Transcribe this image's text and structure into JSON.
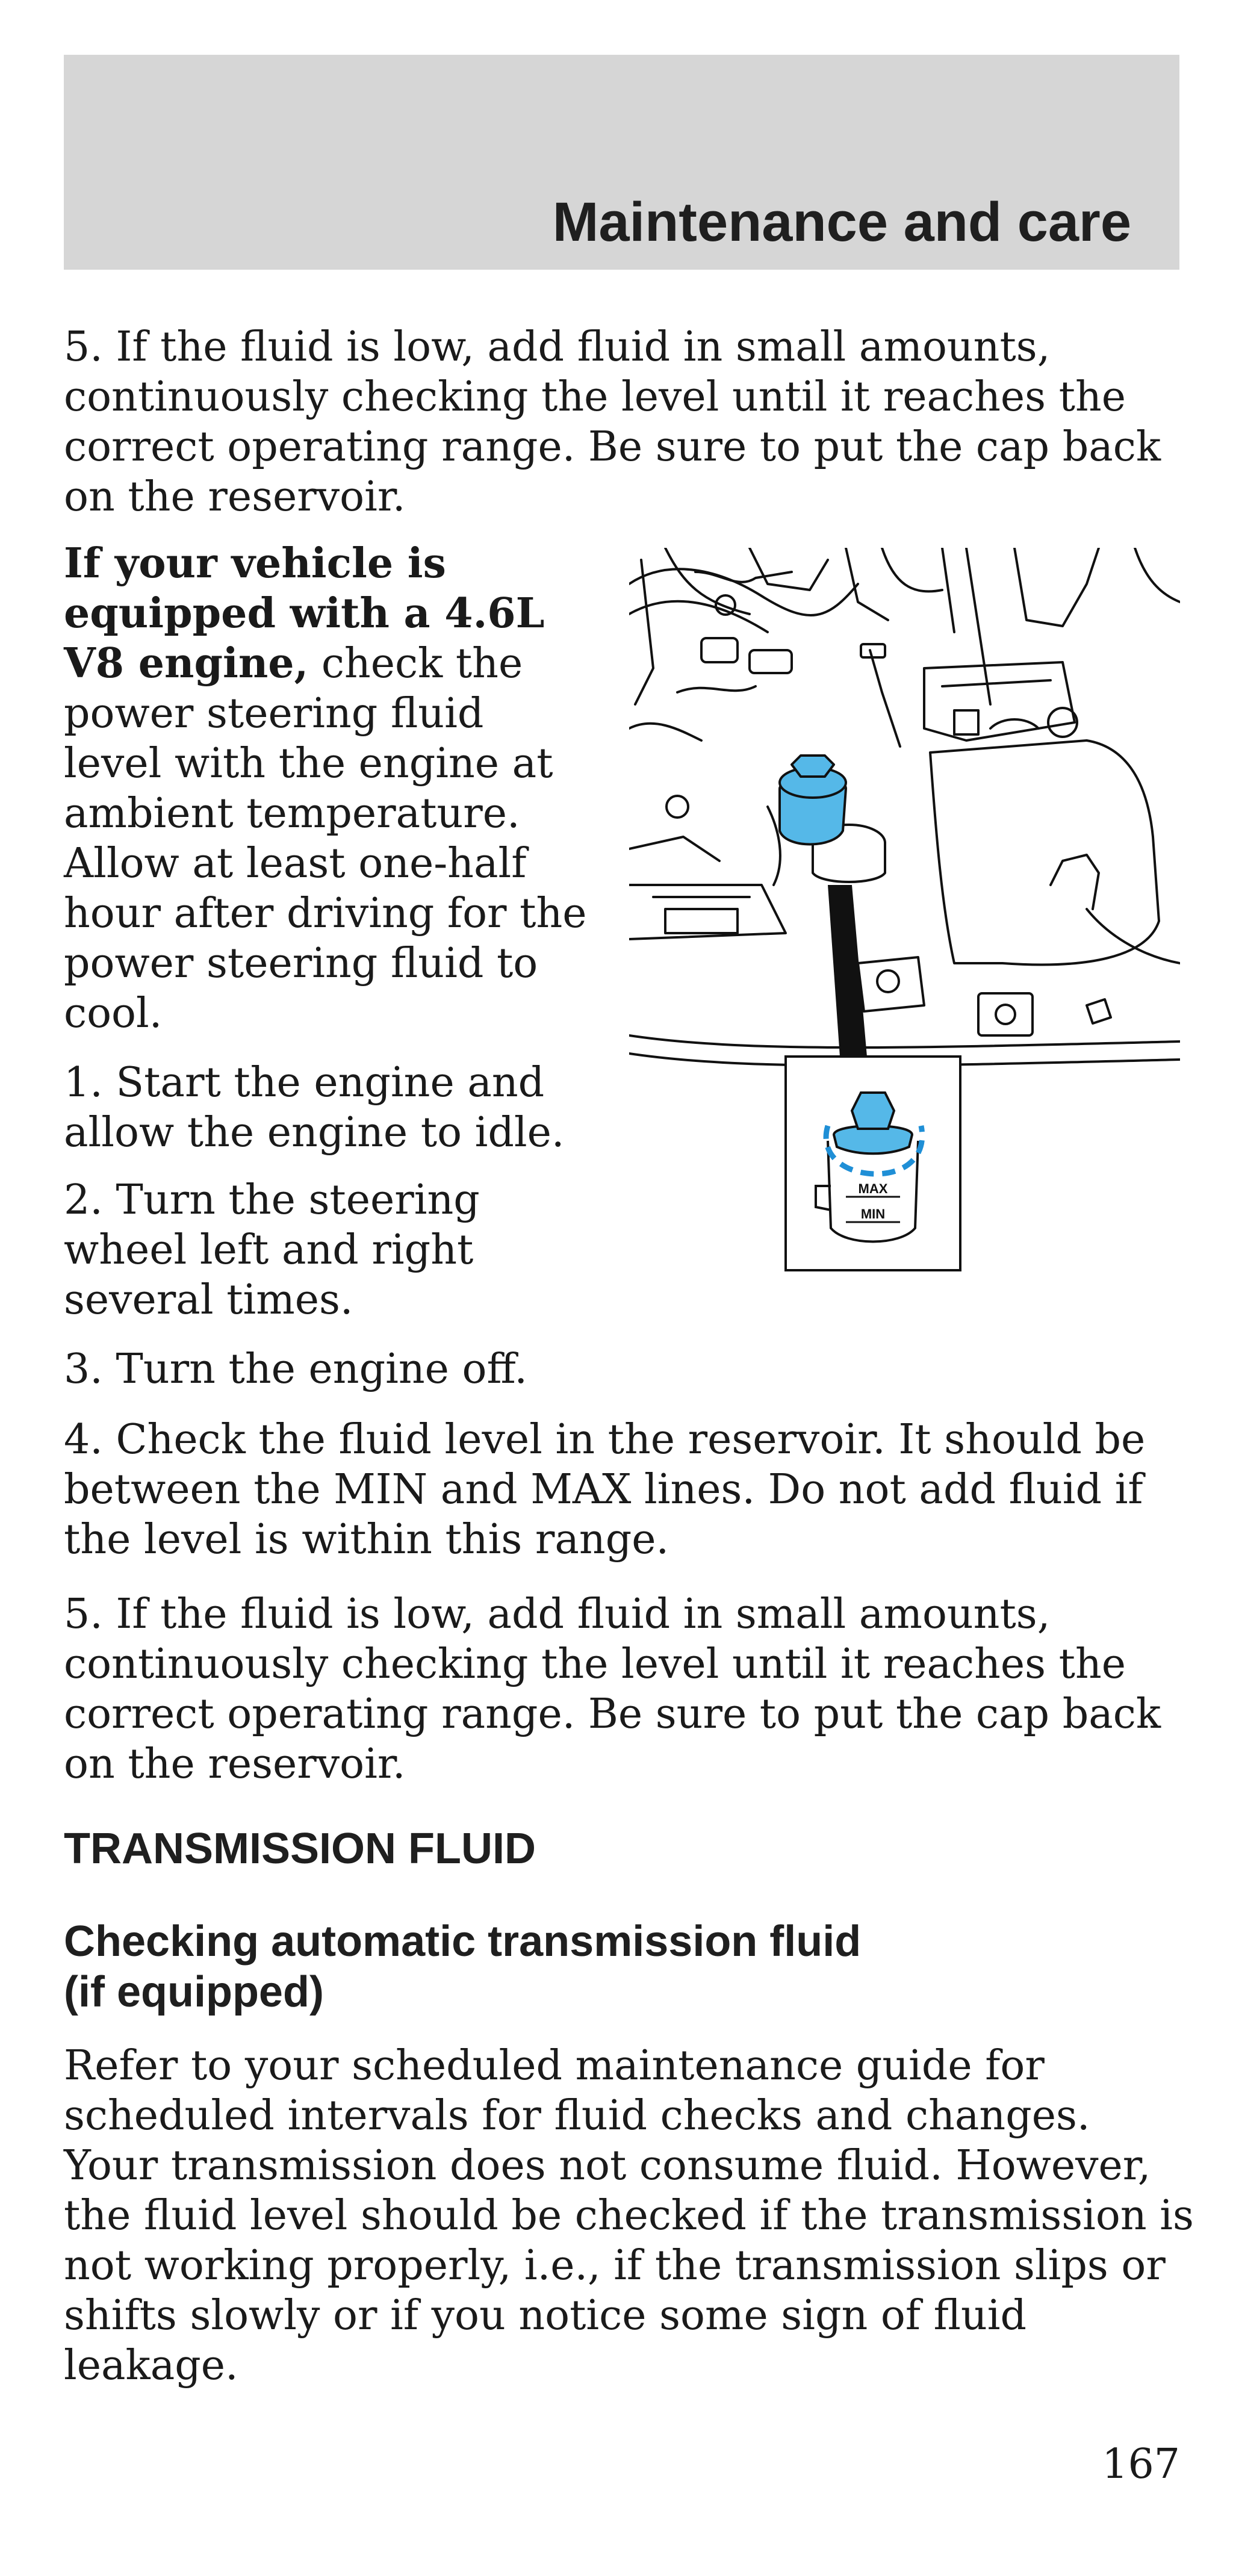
{
  "header": {
    "title": "Maintenance and care"
  },
  "paragraphs": {
    "p1": "5. If the fluid is low, add fluid in small amounts, continuously checking the level until it reaches the correct operating range. Be sure to put the cap back on the reservoir.",
    "p2_bold": "If your vehicle is equipped with a 4.6L V8 engine,",
    "p2_rest": " check the power steering fluid level with the engine at ambient temperature. Allow at least one-half hour after driving for the power steering fluid to cool.",
    "step1": "1. Start the engine and allow the engine to idle.",
    "step2": "2. Turn the steering wheel left and right several times.",
    "step3": "3. Turn the engine off.",
    "step4": "4. Check the fluid level in the reservoir. It should be between the MIN and MAX lines. Do not add fluid if the level is within this range.",
    "step5": "5. If the fluid is low, add fluid in small amounts, continuously checking the level until it reaches the correct operating range. Be sure to put the cap back on the reservoir.",
    "body": "Refer to your scheduled maintenance guide for scheduled intervals for fluid checks and changes. Your transmission does not consume fluid. However, the fluid level should be checked if the transmission is not working properly, i.e., if the transmission slips or shifts slowly or if you notice some sign of fluid leakage."
  },
  "section": {
    "title": "TRANSMISSION FLUID",
    "subtitle_line1": "Checking automatic transmission fluid",
    "subtitle_line2": "(if equipped)"
  },
  "figure": {
    "max_label": "MAX",
    "min_label": "MIN",
    "highlight_color": "#55b8e8",
    "dash_color": "#1f8fd6"
  },
  "page_number": "167"
}
